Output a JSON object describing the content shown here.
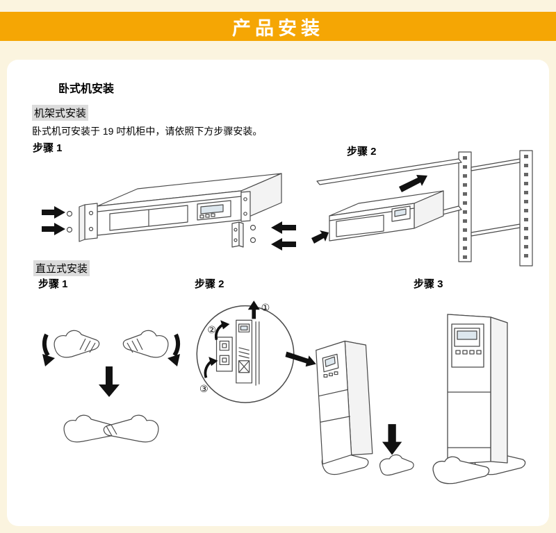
{
  "banner": {
    "title": "产品安装"
  },
  "sections": {
    "horizontal_title": "卧式机安装",
    "rack": {
      "title": "机架式安装",
      "description": "卧式机可安装于 19 吋机柜中，请依照下方步骤安装。",
      "steps": {
        "step1": "步骤 1",
        "step2": "步骤 2"
      }
    },
    "tower": {
      "title": "直立式安装",
      "steps": {
        "step1": "步骤 1",
        "step2": "步骤 2",
        "step3": "步骤 3"
      }
    }
  },
  "detail_callout": {
    "mark1": "①",
    "mark2": "②",
    "mark3": "③"
  },
  "colors": {
    "banner_bg": "#F5A604",
    "page_bg": "#FBF4DF",
    "card_bg": "#FFFFFF",
    "highlight_bg": "#DCDCDC",
    "line": "#4A4A4A",
    "arrow": "#111111"
  }
}
